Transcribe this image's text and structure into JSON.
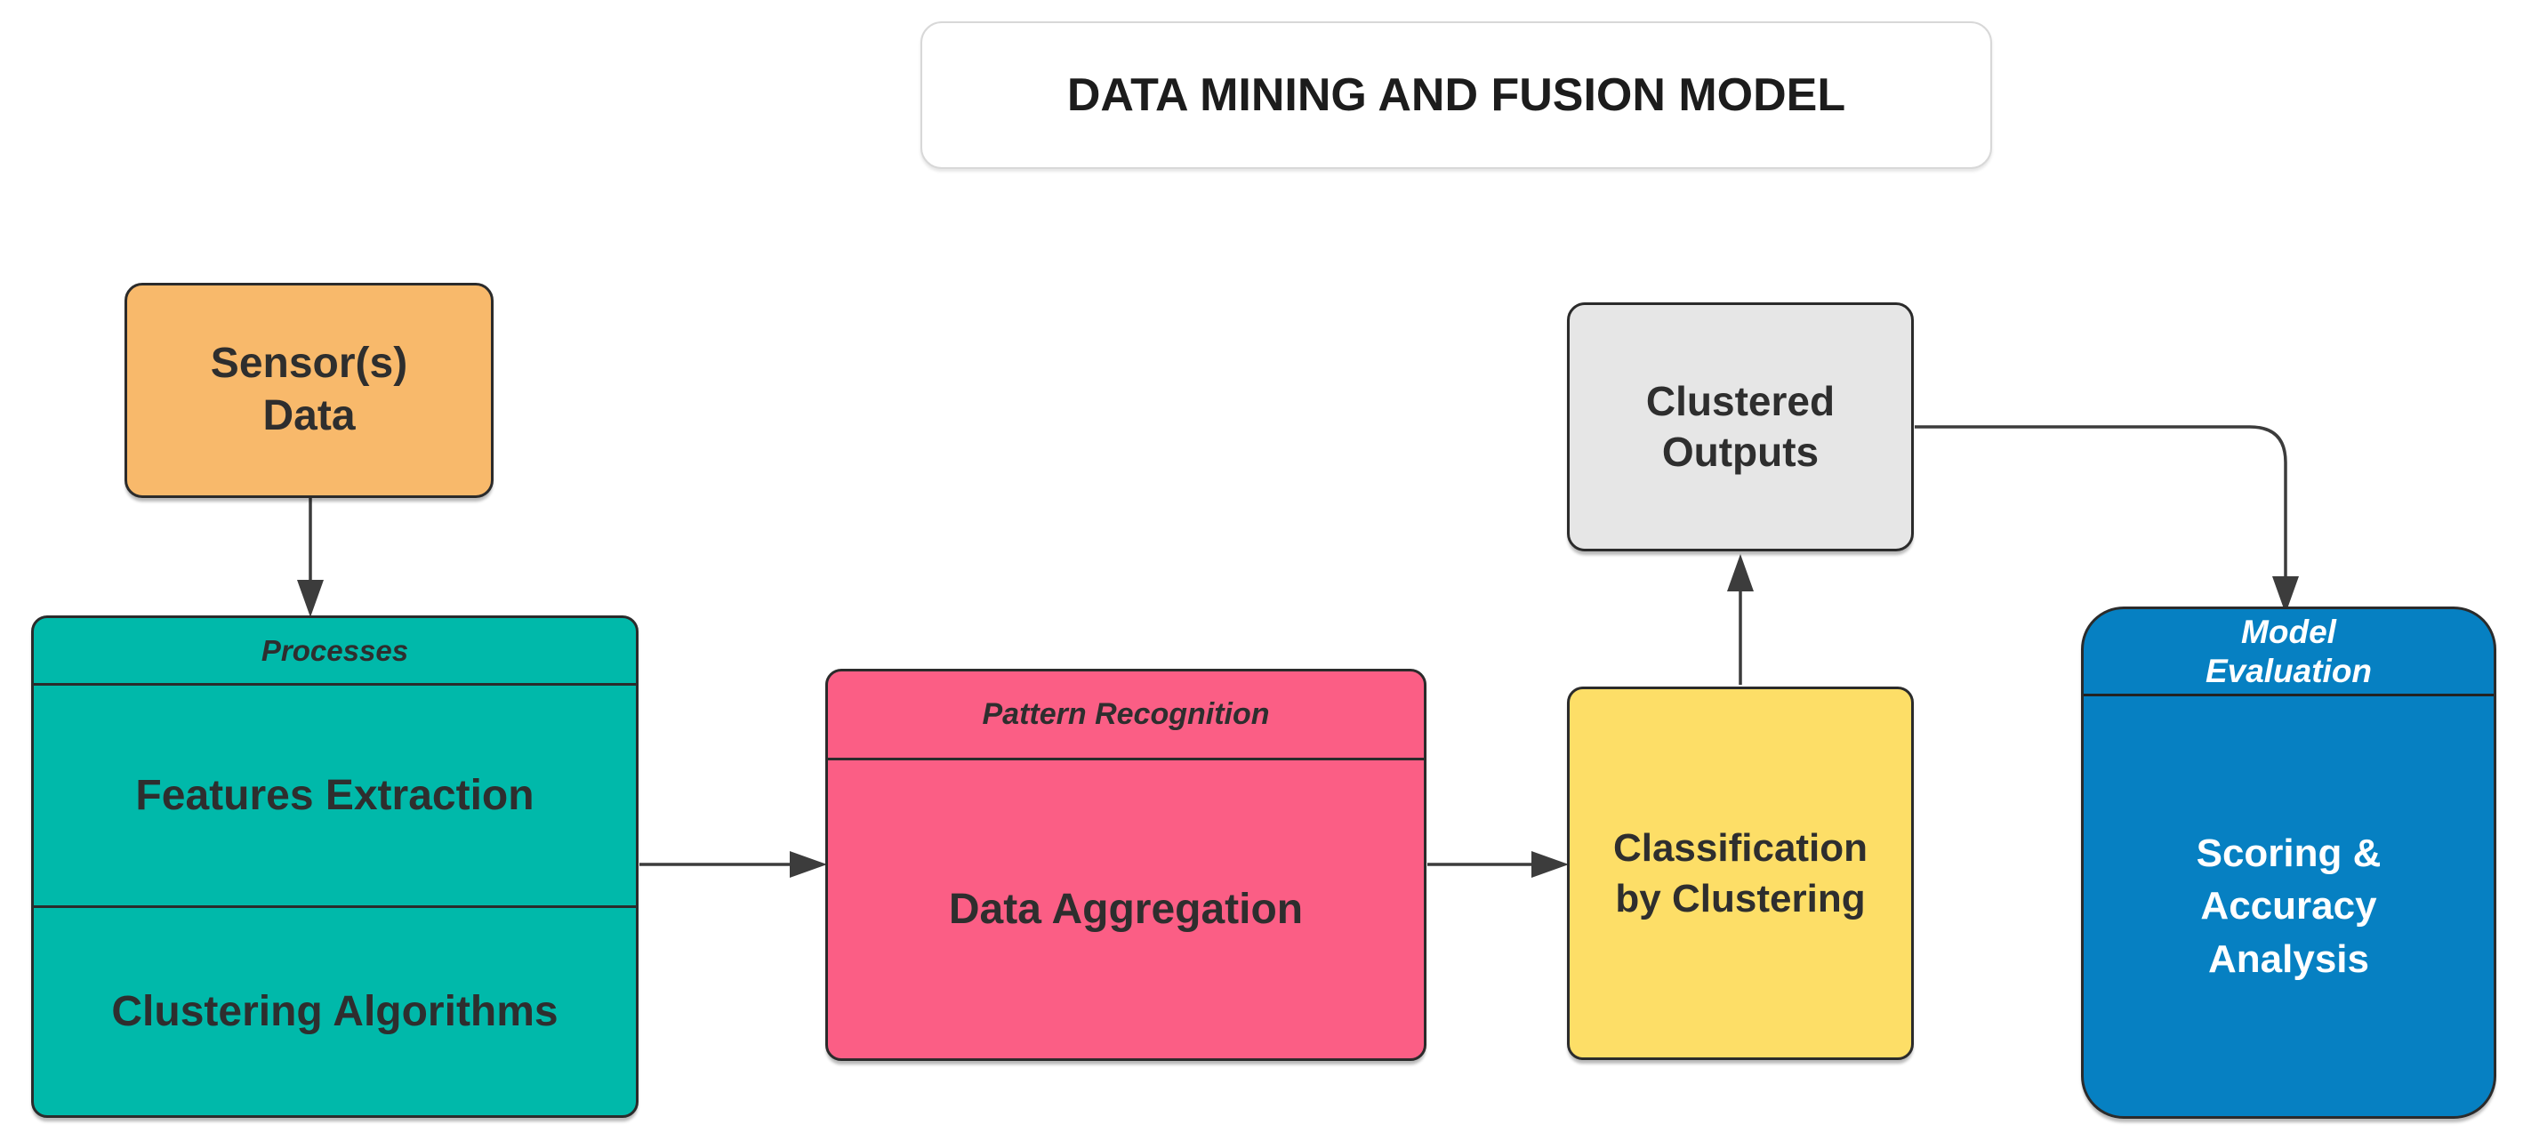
{
  "title": {
    "label": "DATA MINING AND FUSION MODEL"
  },
  "nodes": {
    "sensor_data": {
      "lines": [
        "Sensor(s)",
        "Data"
      ],
      "fill": "#F8B96B"
    },
    "processes": {
      "header": "Processes",
      "rows": [
        "Features Extraction",
        "Clustering Algorithms"
      ],
      "fill": "#00B9AA"
    },
    "pattern_recognition": {
      "header": "Pattern Recognition",
      "body": "Data Aggregation",
      "fill": "#FB5E85"
    },
    "classification_by_clustering": {
      "lines": [
        "Classification",
        "by Clustering"
      ],
      "fill": "#FDDE67"
    },
    "clustered_outputs": {
      "lines": [
        "Clustered",
        "Outputs"
      ],
      "fill": "#E6E6E6"
    },
    "model_evaluation": {
      "header_lines": [
        "Model",
        "Evaluation"
      ],
      "body_lines": [
        "Scoring &",
        "Accuracy",
        "Analysis"
      ],
      "fill": "#0680C2",
      "text_color": "#FFFFFF"
    }
  },
  "edges": [
    {
      "from": "sensor_data",
      "to": "processes",
      "direction": "down"
    },
    {
      "from": "processes",
      "to": "pattern_recognition",
      "direction": "right"
    },
    {
      "from": "pattern_recognition",
      "to": "classification_by_clustering",
      "direction": "right"
    },
    {
      "from": "classification_by_clustering",
      "to": "clustered_outputs",
      "direction": "up"
    },
    {
      "from": "clustered_outputs",
      "to": "model_evaluation",
      "direction": "right-then-down"
    }
  ],
  "style": {
    "background": "#FFFFFF",
    "node_border_color": "#2B2B2B",
    "title_border_color": "#D8D8D8",
    "connector_color": "#3C3C3C",
    "dark_text_color": "#2E2E2E"
  }
}
